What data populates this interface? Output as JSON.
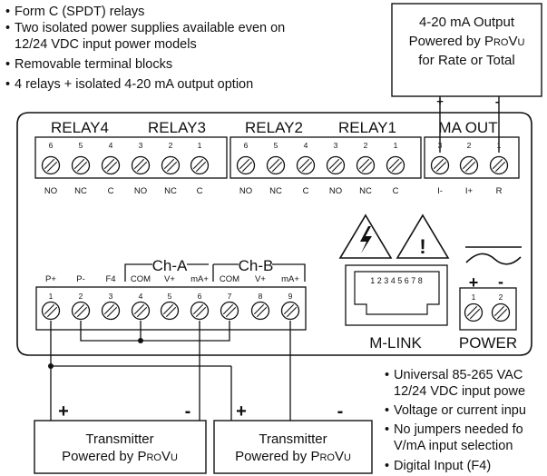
{
  "top_bullets": [
    {
      "text": "Form C (SPDT) relays"
    },
    {
      "text": "Two isolated power supplies available even on",
      "cont": "12/24 VDC input power models"
    },
    {
      "text": "Removable terminal blocks"
    },
    {
      "text": "4 relays + isolated 4-20 mA output option"
    }
  ],
  "output_box": {
    "line1": "4-20 mA Output",
    "line2_prefix": "Powered by ",
    "brand": "ProVu",
    "line3": "for Rate or Total"
  },
  "output_polarity": {
    "plus": "+",
    "minus": "-"
  },
  "relay_headers": [
    "RELAY4",
    "RELAY3",
    "RELAY2",
    "RELAY1"
  ],
  "relay_numbers": [
    "6",
    "5",
    "4",
    "3",
    "2",
    "1",
    "6",
    "5",
    "4",
    "3",
    "2",
    "1"
  ],
  "relay_terms": [
    "NO",
    "NC",
    "C",
    "NO",
    "NC",
    "C",
    "NO",
    "NC",
    "C",
    "NO",
    "NC",
    "C"
  ],
  "ma_out": {
    "title": "MA OUT",
    "numbers": [
      "3",
      "2",
      "1"
    ],
    "terms": [
      "I-",
      "I+",
      "R"
    ]
  },
  "channels": {
    "a": "Ch-A",
    "b": "Ch-B"
  },
  "input_terms": [
    "P+",
    "P-",
    "F4",
    "COM",
    "V+",
    "mA+",
    "COM",
    "V+",
    "mA+"
  ],
  "input_numbers": [
    "1",
    "2",
    "3",
    "4",
    "5",
    "6",
    "7",
    "8",
    "9"
  ],
  "mlink": {
    "pins": "1 2 3 4 5 6 7 8",
    "label": "M-LINK"
  },
  "power": {
    "plus": "+",
    "minus": "-",
    "numbers": [
      "1",
      "2"
    ],
    "label": "POWER"
  },
  "transmitters": [
    {
      "line1": "Transmitter",
      "line2_prefix": "Powered by ",
      "brand": "ProVu",
      "plus": "+",
      "minus": "-"
    },
    {
      "line1": "Transmitter",
      "line2_prefix": "Powered by ",
      "brand": "ProVu",
      "plus": "+",
      "minus": "-"
    }
  ],
  "bottom_bullets": [
    {
      "text": "Universal 85-265 VAC",
      "cont": "12/24 VDC input powe"
    },
    {
      "text": "Voltage or current inpu"
    },
    {
      "text": "No jumpers needed fo",
      "cont": "V/mA input selection"
    },
    {
      "text": "Digital Input (F4)"
    }
  ],
  "symbols": {
    "bullet": "•",
    "warning": "!",
    "lightning": "ϟ"
  }
}
